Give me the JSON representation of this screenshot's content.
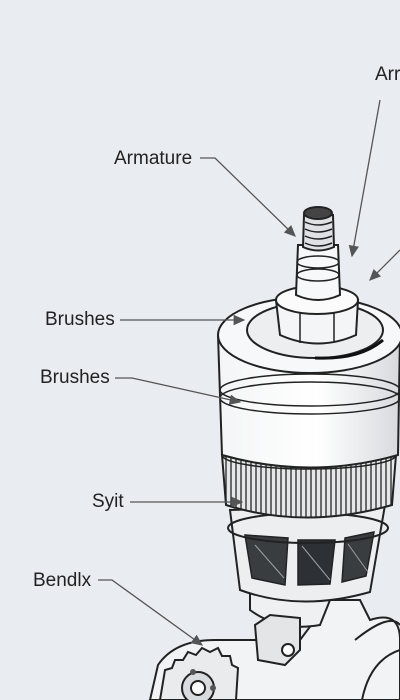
{
  "diagram": {
    "labels": {
      "armature_top": "Arr",
      "armature": "Armature",
      "brushes_1": "Brushes",
      "brushes_2": "Brushes",
      "syit": "Syit",
      "bendix": "Bendlx"
    }
  }
}
